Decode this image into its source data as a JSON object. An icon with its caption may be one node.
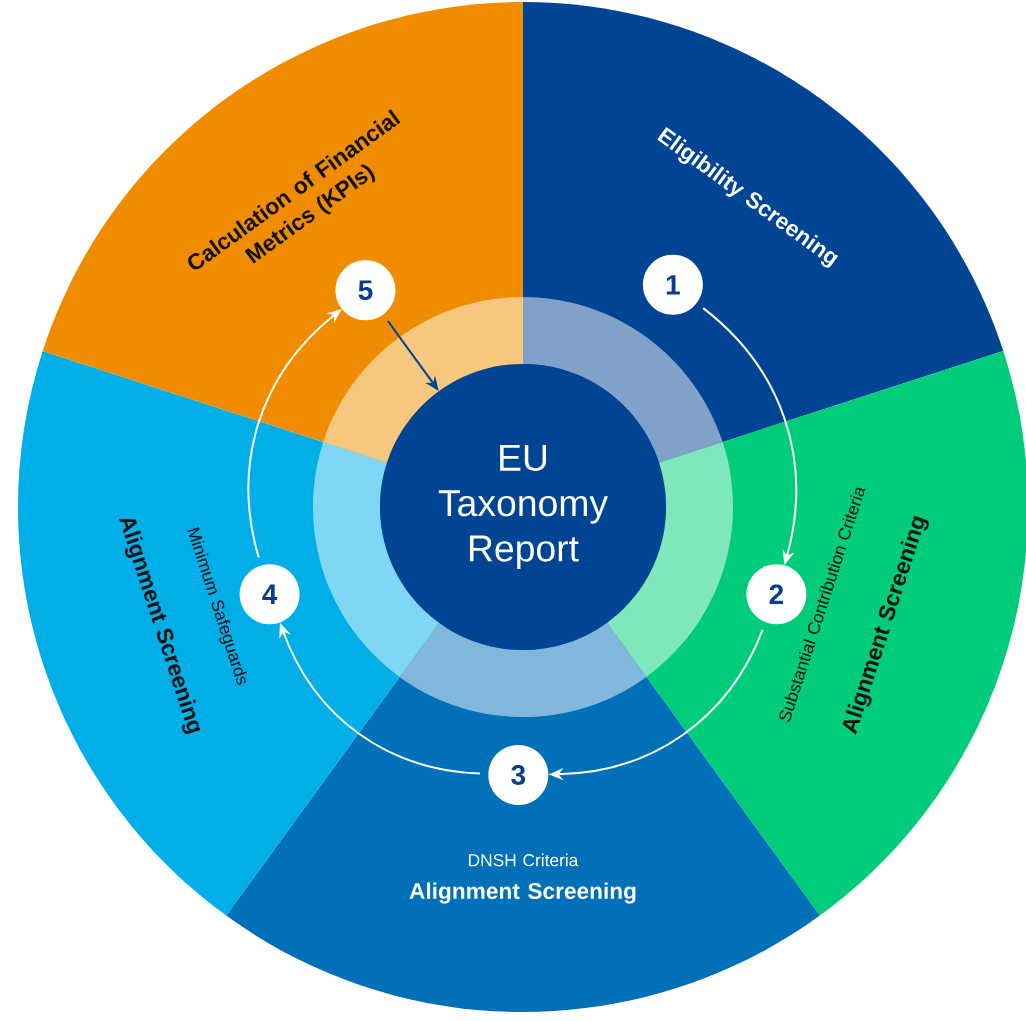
{
  "diagram": {
    "nodes": [
      {
        "text": [
          "Eligibility Screening"
        ]
      },
      {
        "text": [
          "1"
        ],
        "in": 0
      },
      {
        "text": [
          "Substantial Contribution Criteria",
          "Alignment Screening"
        ]
      },
      {
        "text": [
          "2"
        ],
        "in": 2
      },
      {
        "text": [
          "DNSH Criteria",
          "Alignment Screening"
        ]
      },
      {
        "text": [
          "3"
        ],
        "in": 4
      },
      {
        "text": [
          "Minimum Safeguards",
          "Alignment Screening"
        ]
      },
      {
        "text": [
          "4"
        ],
        "in": 6
      },
      {
        "text": [
          "Calculation of Financial Metrics (KPIs)"
        ]
      },
      {
        "text": [
          "5"
        ],
        "in": 8
      },
      {
        "text": [
          "EU Taxonomy Report"
        ]
      }
    ],
    "edges": [
      {
        "from": 1,
        "to": 3,
        "arrow": "to"
      },
      {
        "from": 3,
        "to": 5,
        "arrow": "to"
      },
      {
        "from": 5,
        "to": 7,
        "arrow": "to"
      },
      {
        "from": 7,
        "to": 9,
        "arrow": "to"
      },
      {
        "from": 9,
        "to": 10,
        "arrow": "to",
        "color": "#004494"
      }
    ]
  }
}
